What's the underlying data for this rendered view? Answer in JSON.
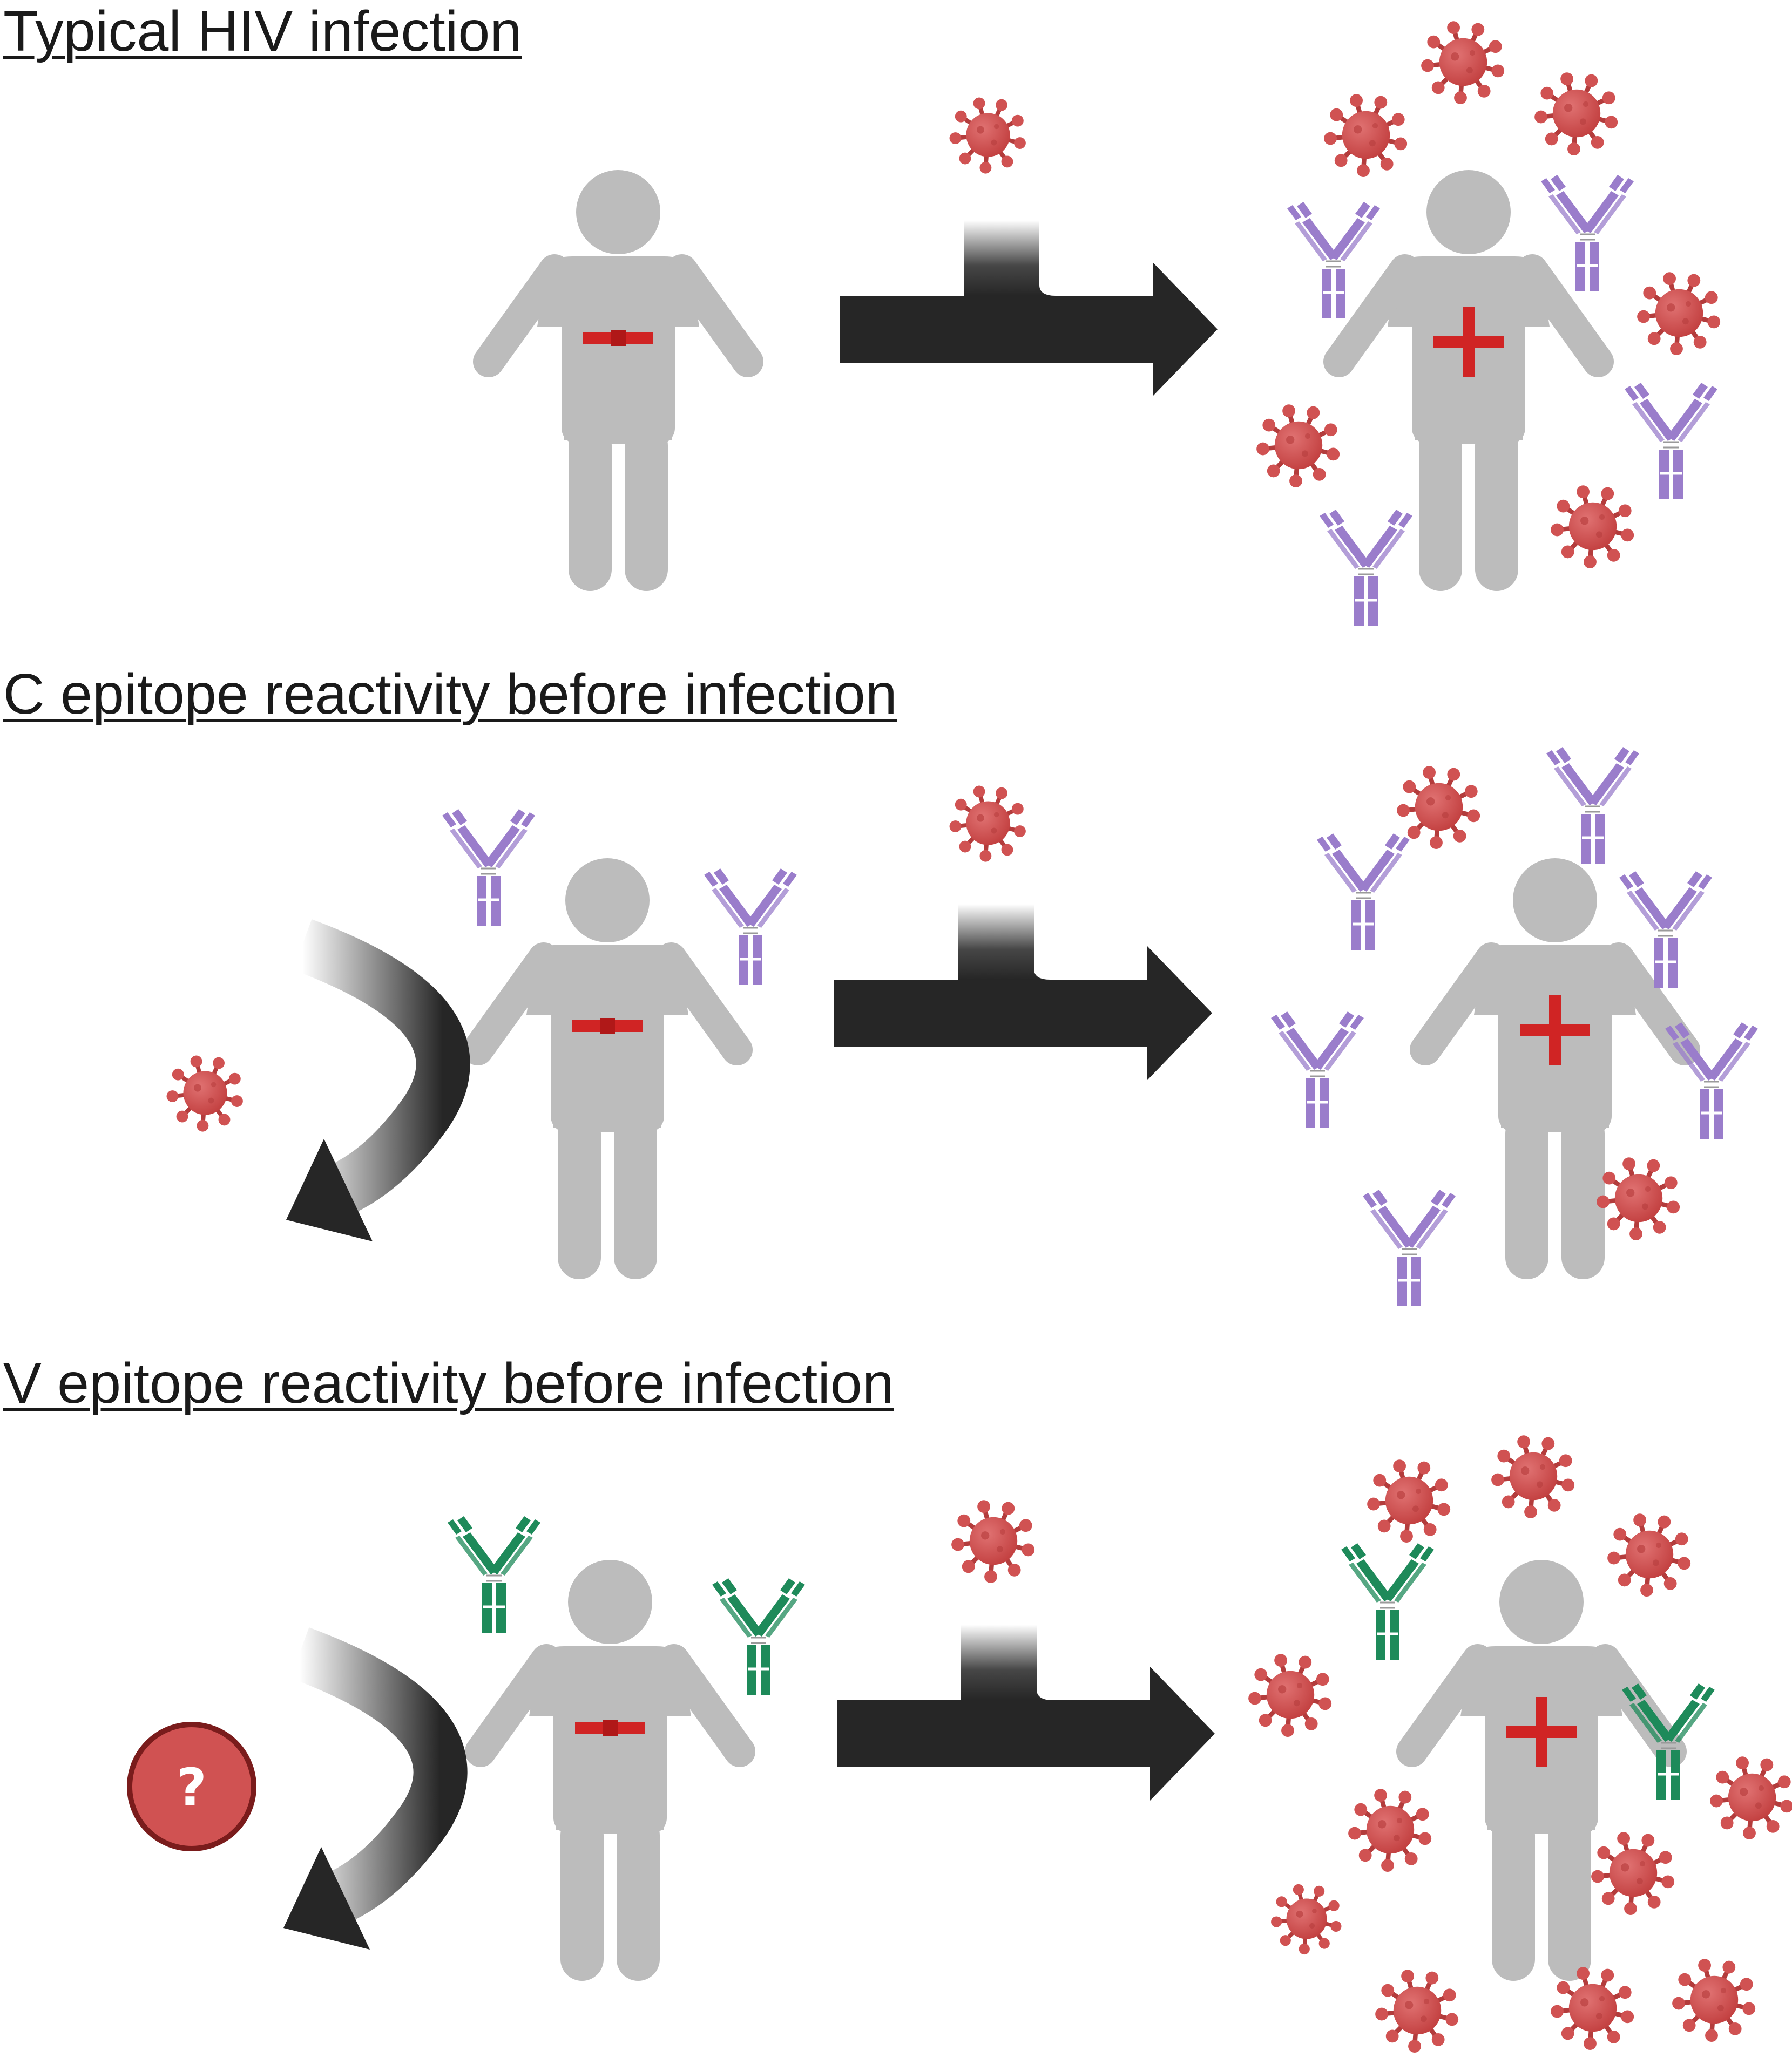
{
  "panels": [
    {
      "title": "Typical HIV infection"
    },
    {
      "title": "C epitope reactivity before infection"
    },
    {
      "title": "V epitope reactivity before infection"
    }
  ],
  "unknown_marker": "?",
  "colors": {
    "person": "#bcbcbc",
    "virus": "#d05252",
    "virus_dark": "#b33c3c",
    "marker_red": "#d02424",
    "antibody_c": "#9a7dcb",
    "antibody_v": "#1e8a5a",
    "arrow": "#262626",
    "title": "#1a1a1a"
  },
  "icons": {
    "person": "person-icon",
    "virus": "virus-icon",
    "antibody": "antibody-icon",
    "unknown": "question-icon"
  }
}
